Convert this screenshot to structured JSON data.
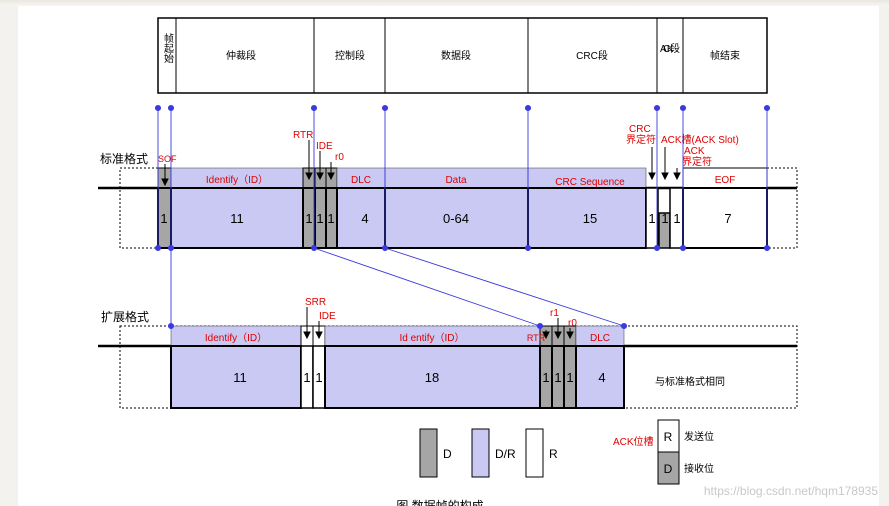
{
  "header": {
    "cells": [
      {
        "key": "sof",
        "label": "帧起始"
      },
      {
        "key": "arb",
        "label": "仲裁段"
      },
      {
        "key": "ctl",
        "label": "控制段"
      },
      {
        "key": "data",
        "label": "数据段"
      },
      {
        "key": "crc",
        "label": "CRC段"
      },
      {
        "key": "ack",
        "label": "ACK段"
      },
      {
        "key": "eof",
        "label": "帧结束"
      }
    ]
  },
  "standard": {
    "row_label": "标准格式",
    "fields": [
      {
        "key": "sof",
        "name": "",
        "bits": "1"
      },
      {
        "key": "id",
        "name": "Identify（ID）",
        "bits": "11"
      },
      {
        "key": "rtr",
        "name": "",
        "bits": "1"
      },
      {
        "key": "ide",
        "name": "",
        "bits": "1"
      },
      {
        "key": "r0",
        "name": "",
        "bits": "1"
      },
      {
        "key": "dlc",
        "name": "DLC",
        "bits": "4"
      },
      {
        "key": "data",
        "name": "Data",
        "bits": "0-64"
      },
      {
        "key": "crc",
        "name": "CRC Sequence",
        "bits": "15"
      },
      {
        "key": "crcdel",
        "name": "",
        "bits": "1"
      },
      {
        "key": "ackslot",
        "name": "",
        "bits": "1"
      },
      {
        "key": "ackdel",
        "name": "",
        "bits": "1"
      },
      {
        "key": "eof",
        "name": "EOF",
        "bits": "7"
      }
    ],
    "labels": {
      "sof": "SOF",
      "rtr": "RTR",
      "ide": "IDE",
      "r0": "r0",
      "crc_delim_1": "CRC",
      "crc_delim_2": "界定符",
      "ack_slot": "ACK槽(ACK Slot)",
      "ack_delim_1": "ACK",
      "ack_delim_2": "界定符"
    }
  },
  "extended": {
    "row_label": "扩展格式",
    "fields": [
      {
        "key": "id",
        "name": "Identify（ID）",
        "bits": "11"
      },
      {
        "key": "srr",
        "name": "",
        "bits": "1"
      },
      {
        "key": "ide",
        "name": "",
        "bits": "1"
      },
      {
        "key": "idext",
        "name": "Id entify（ID）",
        "bits": "18"
      },
      {
        "key": "rtr",
        "name": "RTR",
        "bits": "1"
      },
      {
        "key": "r1",
        "name": "",
        "bits": "1"
      },
      {
        "key": "r0",
        "name": "",
        "bits": "1"
      },
      {
        "key": "dlc",
        "name": "DLC",
        "bits": "4"
      }
    ],
    "labels": {
      "srr": "SRR",
      "ide": "IDE",
      "r1": "r1",
      "r0": "r0"
    },
    "same_note": "与标准格式相同"
  },
  "legend": {
    "d": "D",
    "dr": "D/R",
    "r": "R",
    "ack_title": "ACK位槽",
    "ack_r_letter": "R",
    "ack_d_letter": "D",
    "send_bit": "发送位",
    "recv_bit": "接收位"
  },
  "watermark": "https://blog.csdn.net/hqm178935",
  "caption": "图 数据帧的构成",
  "colors": {
    "dominant": "#a6a6a6",
    "dom_or_rec": "#c9c9f3",
    "recessive": "#ffffff",
    "label_red": "#e00000",
    "guide_blue": "#3a3adf"
  }
}
